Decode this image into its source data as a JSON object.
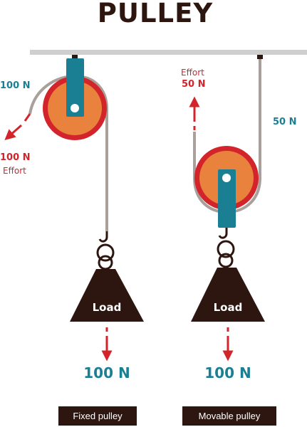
{
  "title": "PULLEY",
  "colors": {
    "dark_brown": "#2e1610",
    "rope": "#a9a09b",
    "ceiling": "#cfcfcf",
    "wheel_outer": "#d3242b",
    "wheel_inner": "#e8823c",
    "bracket": "#1a7f93",
    "arrow": "#d3242b",
    "label_blue": "#1a7f93"
  },
  "fixed_pulley": {
    "rope_tension_label": "100 N",
    "effort_force": "100 N",
    "effort_label": "Effort",
    "load_label": "Load",
    "load_weight": "100 N",
    "caption": "Fixed pulley"
  },
  "movable_pulley": {
    "effort_label": "Effort",
    "effort_force": "50 N",
    "support_tension": "50 N",
    "load_label": "Load",
    "load_weight": "100 N",
    "caption": "Movable pulley"
  }
}
